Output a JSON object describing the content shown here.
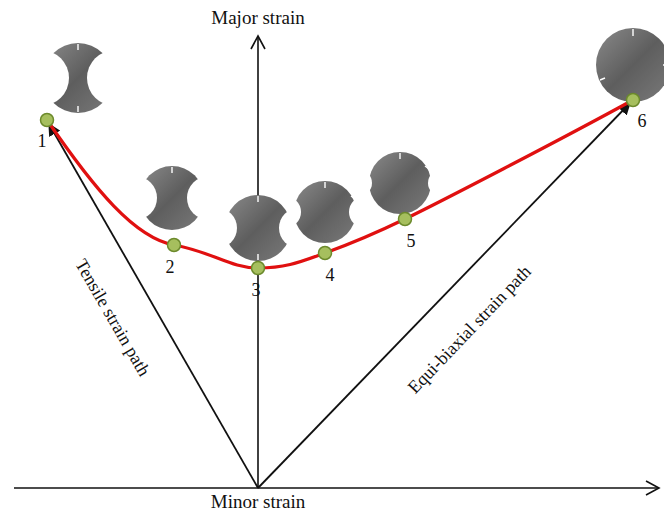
{
  "diagram": {
    "labels": [
      "Major strain",
      "Minor strain",
      "Tensile strain path",
      "Equi-biaxial strain path",
      "1",
      "2",
      "3",
      "4",
      "5",
      "6"
    ]
  }
}
